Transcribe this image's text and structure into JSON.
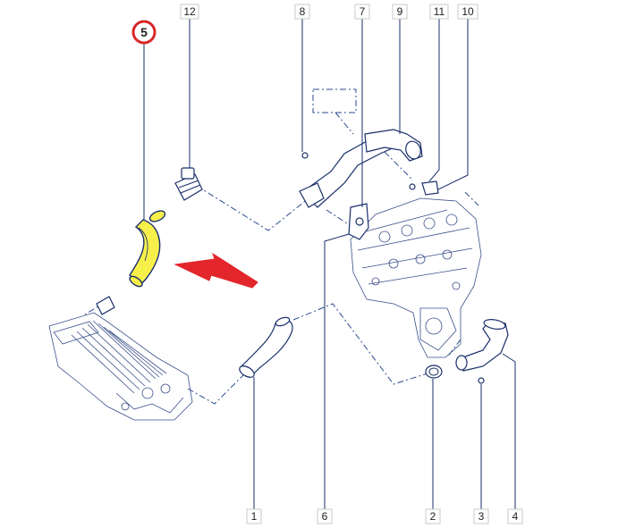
{
  "diagram": {
    "highlighted_part": {
      "number": "5"
    },
    "callouts": [
      {
        "id": "c12",
        "label": "12"
      },
      {
        "id": "c8",
        "label": "8"
      },
      {
        "id": "c7",
        "label": "7"
      },
      {
        "id": "c9",
        "label": "9"
      },
      {
        "id": "c11",
        "label": "11"
      },
      {
        "id": "c10",
        "label": "10"
      },
      {
        "id": "c1",
        "label": "1"
      },
      {
        "id": "c6",
        "label": "6"
      },
      {
        "id": "c2",
        "label": "2"
      },
      {
        "id": "c3",
        "label": "3"
      },
      {
        "id": "c4",
        "label": "4"
      }
    ],
    "colors": {
      "line": "#1a2f6b",
      "highlight_fill": "#f7f04a",
      "ring": "#d9262a",
      "arrow": "#e3262b",
      "box_border": "#c9c9c9"
    }
  }
}
